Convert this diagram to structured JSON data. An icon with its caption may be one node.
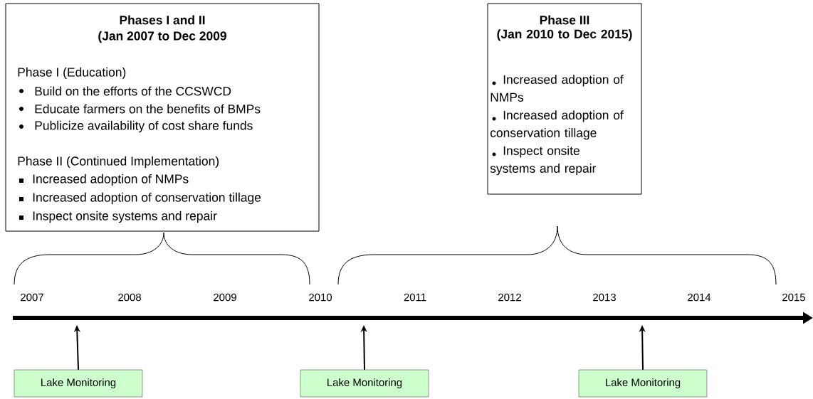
{
  "diagram": {
    "nodes": [
      {
        "text": [
          "Phases I and II",
          "(Jan 2007 to Dec 2009",
          "Phase I (Education)",
          "Build on the efforts of the CCSWCD",
          "Educate farmers on the benefits of BMPs",
          "Publicize availability of cost share funds",
          "Phase II (Continued Implementation)",
          "Increased adoption of NMPs",
          "Increased adoption of conservation tillage",
          "Inspect onsite systems and repair"
        ]
      },
      {
        "text": [
          "Phase III",
          "(Jan 2010 to Dec 2015)",
          "Increased adoption of NMPs",
          "Increased adoption of conservation tillage",
          "Inspect onsite systems and repair"
        ]
      },
      {
        "text": [
          "Lake Monitoring"
        ]
      },
      {
        "text": [
          "Lake Monitoring"
        ]
      },
      {
        "text": [
          "Lake Monitoring"
        ]
      }
    ],
    "edges": [
      {
        "from": 2,
        "to": null,
        "arrow": "to"
      },
      {
        "from": 3,
        "to": null,
        "arrow": "to"
      },
      {
        "from": 4,
        "to": null,
        "arrow": "to"
      }
    ],
    "labels": [
      "2007",
      "2008",
      "2009",
      "2010",
      "2011",
      "2012",
      "2013",
      "2014",
      "2015"
    ]
  }
}
